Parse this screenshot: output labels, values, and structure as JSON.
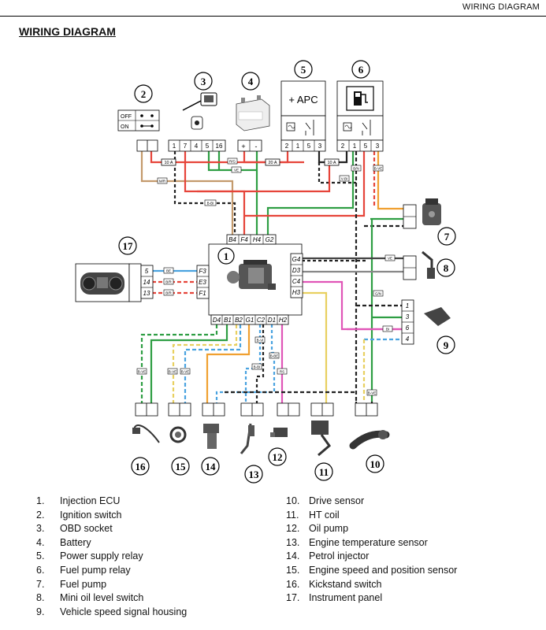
{
  "header": {
    "title": "WIRING DIAGRAM"
  },
  "section_title": "WIRING DIAGRAM",
  "components": {
    "c2": {
      "num": "2",
      "off_label": "OFF",
      "on_label": "ON"
    },
    "c3": {
      "num": "3",
      "pins": [
        "1",
        "7",
        "4",
        "5",
        "16"
      ]
    },
    "c4": {
      "num": "4",
      "pins": [
        "+",
        "-"
      ]
    },
    "c5": {
      "num": "5",
      "label": "+ APC",
      "pins": [
        "2",
        "1",
        "5",
        "3"
      ]
    },
    "c6": {
      "num": "6",
      "pins": [
        "2",
        "1",
        "5",
        "3"
      ]
    },
    "c1": {
      "num": "1",
      "top_pins": [
        "B4",
        "F4",
        "H4",
        "G2"
      ],
      "left_pins": [
        "F3",
        "E3",
        "F1"
      ],
      "right_pins": [
        "G4",
        "D3",
        "C4",
        "H3"
      ],
      "bottom_pins": [
        "D4",
        "B1",
        "B2",
        "G1",
        "C2",
        "D1",
        "H2"
      ]
    },
    "c17": {
      "num": "17",
      "pins": [
        "5",
        "14",
        "13"
      ]
    },
    "c7": {
      "num": "7"
    },
    "c8": {
      "num": "8"
    },
    "c9": {
      "num": "9",
      "pins": [
        "1",
        "3",
        "6",
        "4"
      ]
    },
    "c10": {
      "num": "10"
    },
    "c11": {
      "num": "11"
    },
    "c12": {
      "num": "12"
    },
    "c13": {
      "num": "13"
    },
    "c14": {
      "num": "14"
    },
    "c15": {
      "num": "15"
    },
    "c16": {
      "num": "16"
    }
  },
  "fuses": [
    "10 A",
    "20 A",
    "10 A"
  ],
  "wire_tags": [
    "R/G",
    "VE",
    "M/R",
    "B-BI",
    "B/N",
    "V-BI",
    "B-VE",
    "VE",
    "BE",
    "B/R",
    "B/R",
    "G/N",
    "BI",
    "B-VE",
    "B-VE",
    "B-VE",
    "B-VI",
    "B-BI",
    "B-BE",
    "RS",
    "B-VE"
  ],
  "legend": {
    "left": [
      {
        "num": "1.",
        "label": "Injection ECU"
      },
      {
        "num": "2.",
        "label": "Ignition switch"
      },
      {
        "num": "3.",
        "label": "OBD socket"
      },
      {
        "num": "4.",
        "label": "Battery"
      },
      {
        "num": "5.",
        "label": "Power supply relay"
      },
      {
        "num": "6.",
        "label": "Fuel pump relay"
      },
      {
        "num": "7.",
        "label": "Fuel pump"
      },
      {
        "num": "8.",
        "label": "Mini oil level switch"
      },
      {
        "num": "9.",
        "label": "Vehicle speed signal housing"
      }
    ],
    "right": [
      {
        "num": "10.",
        "label": "Drive sensor"
      },
      {
        "num": "11.",
        "label": "HT coil"
      },
      {
        "num": "12.",
        "label": "Oil pump"
      },
      {
        "num": "13.",
        "label": "Engine temperature sensor"
      },
      {
        "num": "14.",
        "label": "Petrol injector"
      },
      {
        "num": "15.",
        "label": "Engine speed and position sensor"
      },
      {
        "num": "16.",
        "label": "Kickstand switch"
      },
      {
        "num": "17.",
        "label": "Instrument panel"
      }
    ]
  }
}
